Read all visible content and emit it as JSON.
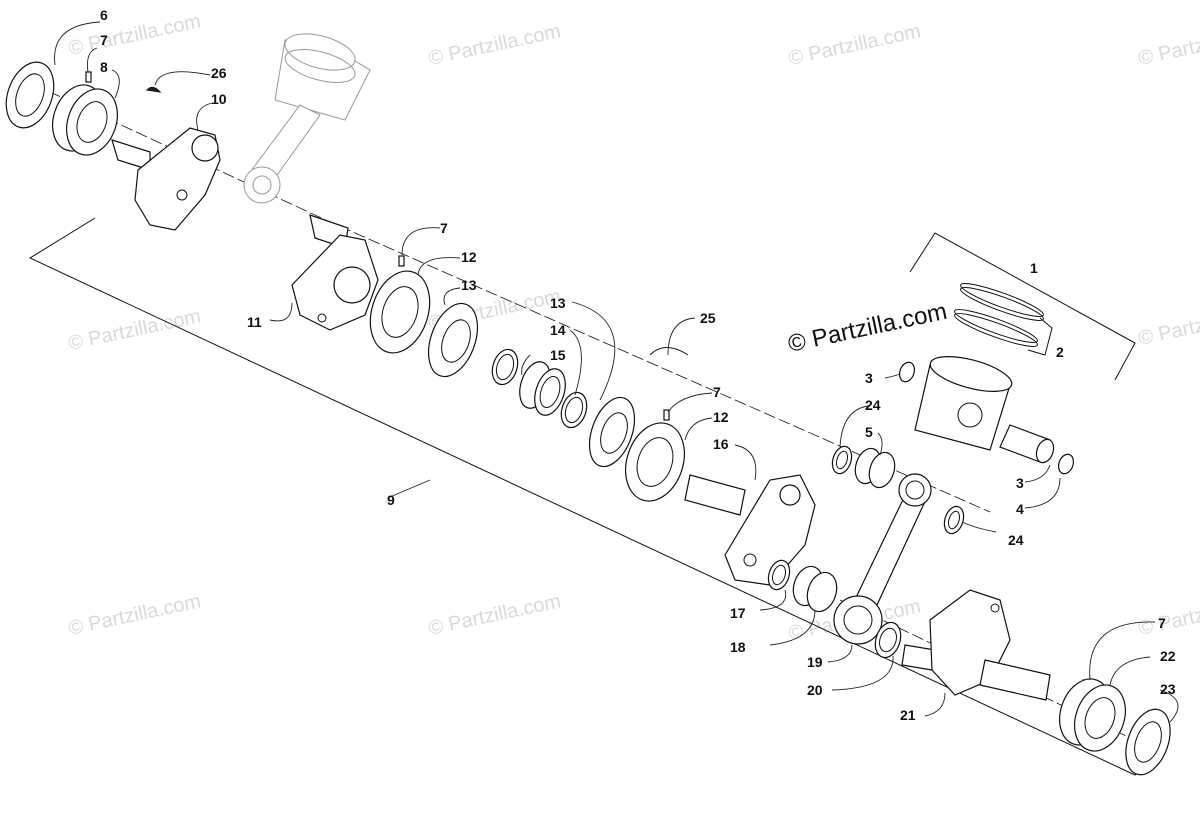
{
  "watermark": {
    "faint_text": "© Partzilla.com",
    "main_text": "© Partzilla.com"
  },
  "callouts": {
    "c1": "1",
    "c2": "2",
    "c3a": "3",
    "c3b": "3",
    "c4": "4",
    "c5": "5",
    "c6": "6",
    "c7a": "7",
    "c7b": "7",
    "c7c": "7",
    "c7d": "7",
    "c8": "8",
    "c9": "9",
    "c10": "10",
    "c11": "11",
    "c12a": "12",
    "c12b": "12",
    "c13a": "13",
    "c13b": "13",
    "c14": "14",
    "c15": "15",
    "c16": "16",
    "c17": "17",
    "c18": "18",
    "c19": "19",
    "c20": "20",
    "c21": "21",
    "c22": "22",
    "c23": "23",
    "c24a": "24",
    "c24b": "24",
    "c25": "25",
    "c26": "26"
  }
}
